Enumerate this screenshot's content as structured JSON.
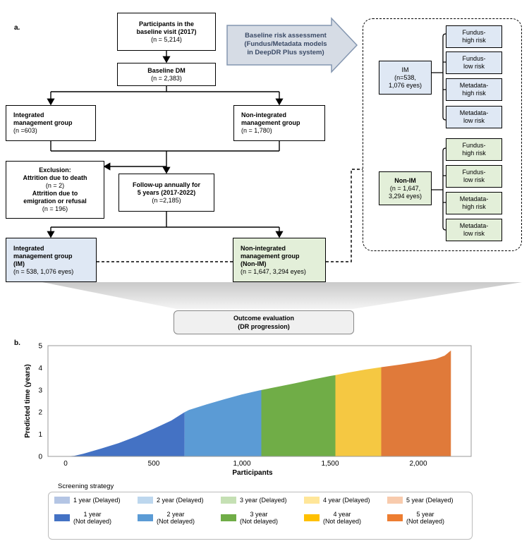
{
  "panel_a": {
    "label": "a.",
    "participants": {
      "title_1": "Participants in the",
      "title_2": "baseline visit (2017)",
      "n": "(n = 5,214)"
    },
    "baseline_dm": {
      "title": "Baseline DM",
      "n": "(n = 2,383)"
    },
    "im_group": {
      "title_1": "Integrated",
      "title_2": "management group",
      "n": "(n =603)"
    },
    "nonim_group": {
      "title_1": "Non-integrated",
      "title_2": "management group",
      "n": "(n = 1,780)"
    },
    "exclusion": {
      "l1": "Exclusion:",
      "l2": "Attrition due to death",
      "l3": "(n = 2)",
      "l4": "Attrition due to",
      "l5": "emigration or refusal",
      "l6": "(n = 196)"
    },
    "followup": {
      "t1": "Follow-up annually for",
      "t2": "5 years (2017-2022)",
      "n": "(n =2,185)"
    },
    "im_final": {
      "t1": "Integrated",
      "t2": "management group",
      "t3": "(IM)",
      "n": "(n = 538, 1,076 eyes)"
    },
    "nonim_final": {
      "t1": "Non-integrated",
      "t2": "management group",
      "t3": "(Non-IM)",
      "n": "(n = 1,647, 3,294 eyes)"
    },
    "arrow": {
      "l1": "Baseline risk assessment",
      "l2": "(Fundus/Metadata models",
      "l3": "in DeepDR Plus system)"
    },
    "risk_im": {
      "l1": "IM",
      "l2": "(n=538,",
      "l3": "1,076 eyes)"
    },
    "risk_nonim": {
      "l1": "Non-IM",
      "l2": "(n = 1,647,",
      "l3": "3,294 eyes)"
    },
    "risk_boxes_im": [
      {
        "l1": "Fundus-",
        "l2": "high risk"
      },
      {
        "l1": "Fundus-",
        "l2": "low risk"
      },
      {
        "l1": "Metadata-",
        "l2": "high risk"
      },
      {
        "l1": "Metadata-",
        "l2": "low risk"
      }
    ],
    "risk_boxes_nonim": [
      {
        "l1": "Fundus-",
        "l2": "high risk"
      },
      {
        "l1": "Fundus-",
        "l2": "low risk"
      },
      {
        "l1": "Metadata-",
        "l2": "high risk"
      },
      {
        "l1": "Metadata-",
        "l2": "low risk"
      }
    ],
    "outcome": {
      "l1": "Outcome evaluation",
      "l2": "(DR progression)"
    }
  },
  "panel_b": {
    "label": "b.",
    "legend_title": "Screening strategy",
    "legend": [
      {
        "label": "1 year (Delayed)",
        "color": "#b4c5e4"
      },
      {
        "label": "2 year (Delayed)",
        "color": "#bdd7ee"
      },
      {
        "label": "3 year (Delayed)",
        "color": "#c5e0b4"
      },
      {
        "label": "4 year (Delayed)",
        "color": "#ffe699"
      },
      {
        "label": "5 year (Delayed)",
        "color": "#f8cbad"
      },
      {
        "label": "1 year\n(Not delayed)",
        "color": "#4472c4"
      },
      {
        "label": "2 year\n(Not delayed)",
        "color": "#5b9bd5"
      },
      {
        "label": "3 year\n(Not delayed)",
        "color": "#70ad47"
      },
      {
        "label": "4 year\n(Not delayed)",
        "color": "#ffc000"
      },
      {
        "label": "5 year\n(Not delayed)",
        "color": "#ed7d31"
      }
    ]
  },
  "chart_data": {
    "type": "area",
    "xlabel": "Participants",
    "ylabel": "Predicted time (years)",
    "xlim": [
      -100,
      2300
    ],
    "ylim": [
      0,
      5
    ],
    "xticks": [
      0,
      500,
      1000,
      1500,
      2000
    ],
    "xtick_labels": [
      "0",
      "500",
      "1,000",
      "1,500",
      "2,000"
    ],
    "yticks": [
      0,
      1,
      2,
      3,
      4,
      5
    ],
    "ytick_labels": [
      "0",
      "1",
      "2",
      "3",
      "4",
      "5"
    ],
    "curve": {
      "x": [
        0,
        50,
        100,
        200,
        300,
        400,
        500,
        600,
        675,
        700,
        800,
        900,
        1000,
        1100,
        1200,
        1300,
        1400,
        1500,
        1530,
        1600,
        1700,
        1790,
        1900,
        2000,
        2100,
        2150,
        2185
      ],
      "y": [
        0.0,
        0.03,
        0.12,
        0.35,
        0.6,
        0.9,
        1.25,
        1.62,
        2.0,
        2.1,
        2.35,
        2.58,
        2.8,
        2.98,
        3.14,
        3.3,
        3.47,
        3.63,
        3.67,
        3.78,
        3.92,
        4.03,
        4.15,
        4.27,
        4.4,
        4.55,
        4.78
      ]
    },
    "segments": [
      {
        "name": "1 year (Not delayed)",
        "x_start": 0,
        "x_end": 675,
        "color": "#4472c4"
      },
      {
        "name": "2 year (Not delayed)",
        "x_start": 675,
        "x_end": 1110,
        "color": "#5b9bd5"
      },
      {
        "name": "3 year (Not delayed)",
        "x_start": 1110,
        "x_end": 1530,
        "color": "#70ad47"
      },
      {
        "name": "4 year (Not delayed)",
        "x_start": 1530,
        "x_end": 1790,
        "color": "#f5c842"
      },
      {
        "name": "5 year (Not delayed)",
        "x_start": 1790,
        "x_end": 2185,
        "color": "#e07a3a"
      }
    ]
  }
}
